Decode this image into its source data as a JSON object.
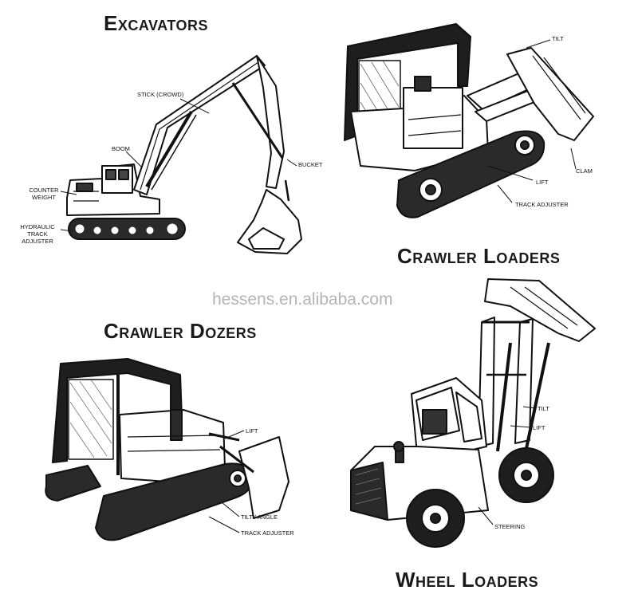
{
  "watermark": "hessens.en.alibaba.com",
  "sections": {
    "excavators": {
      "title": "Excavators",
      "labels": {
        "stick": "Stick (Crowd)",
        "boom": "Boom",
        "bucket": "Bucket",
        "counterweight": "Counter Weight",
        "track_adjuster": "Hydraulic Track Adjuster"
      }
    },
    "crawler_loaders": {
      "title": "Crawler Loaders",
      "labels": {
        "tilt": "Tilt",
        "clam": "Clam",
        "lift": "Lift",
        "track_adjuster": "Track Adjuster"
      }
    },
    "crawler_dozers": {
      "title": "Crawler Dozers",
      "labels": {
        "lift": "Lift",
        "tilt_angle": "Tilt / Angle",
        "track_adjuster": "Track Adjuster"
      }
    },
    "wheel_loaders": {
      "title": "Wheel Loaders",
      "labels": {
        "tilt": "Tilt",
        "lift": "Lift",
        "steering": "Steering"
      }
    }
  }
}
